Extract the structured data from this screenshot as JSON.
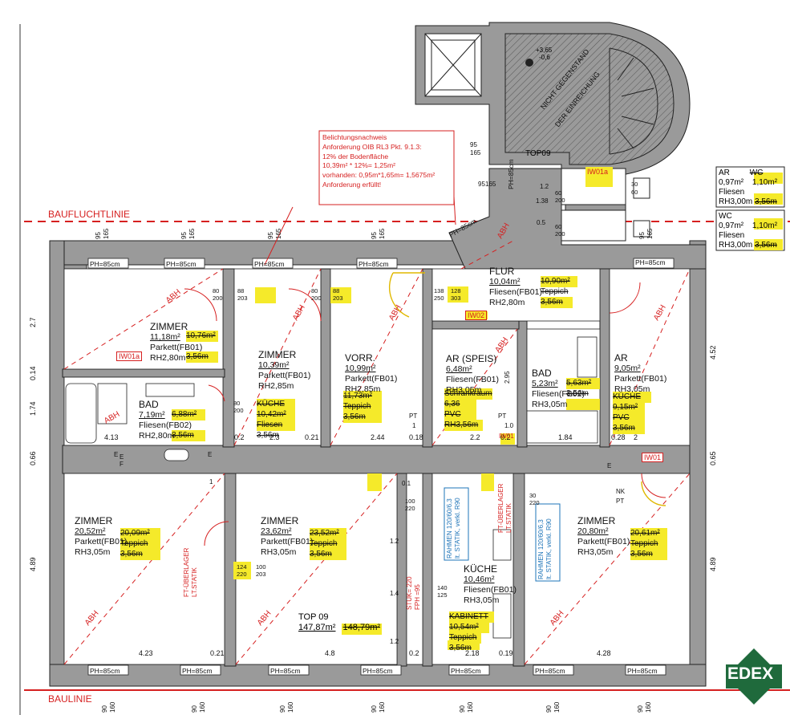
{
  "lines": {
    "baufluchtlinie": "BAUFLUCHTLINIE",
    "baulinie": "BAULINIE"
  },
  "callout": [
    "Belichtungsnachweis",
    "Anforderung OIB RL3 Pkt. 9.1.3:",
    "12% der Bodenfläche",
    "10,39m² * 12%= 1,25m²",
    "vorhanden: 0,95m*1,65m= 1,5675m²",
    "Anforderung erfüllt!"
  ],
  "stair": {
    "note": "NICHT GEGENSTAND",
    "note2": "DER EINREICHUNG",
    "level": "+3,65",
    "level2": "-0,6",
    "top": "TOP09"
  },
  "rooms": [
    {
      "name": "ZIMMER",
      "lines": [
        "11,18m²",
        "Parkett(FB01)",
        "RH2,80m"
      ],
      "alt": [
        "10,76m²",
        "",
        "3,56m"
      ]
    },
    {
      "name": "ZIMMER",
      "lines": [
        "10,39m²",
        "Parkett(FB01)",
        "RH2,85m"
      ],
      "alt": [
        "KÜCHE",
        "10,42m²",
        "Fliesen",
        "3,56m"
      ]
    },
    {
      "name": "VORR.",
      "lines": [
        "10,99m²",
        "Parkett(FB01)",
        "RH2,85m"
      ],
      "alt": [
        "11,73m²",
        "Teppich",
        "3,56m"
      ]
    },
    {
      "name": "AR (SPEIS)",
      "lines": [
        "6,48m²",
        "Fliesen(FB01)",
        "RH3,05m"
      ],
      "alt": [
        "Schrankraum",
        "6,36",
        "PVC",
        "RH3,56m"
      ]
    },
    {
      "name": "BAD",
      "lines": [
        "5,23m²",
        "Fliesen(FB02)",
        "RH3,05m"
      ],
      "alt": [
        "5,63m²",
        "3,56m"
      ]
    },
    {
      "name": "AR",
      "lines": [
        "9,05m²",
        "Parkett(FB01)",
        "RH3,05m"
      ],
      "alt": [
        "KÜCHE",
        "9,15m²",
        "PVC",
        "3,56m"
      ]
    },
    {
      "name": "FLUR",
      "lines": [
        "10,04m²",
        "Fliesen(FB01)",
        "RH2,80m"
      ],
      "alt": [
        "10,90m²",
        "Teppich",
        "3,56m"
      ]
    },
    {
      "name": "BAD",
      "lines": [
        "7,19m²",
        "Fliesen(FB02)",
        "RH2,80m"
      ],
      "alt": [
        "6,88m²",
        "",
        "3,56m"
      ]
    },
    {
      "name": "ZIMMER",
      "lines": [
        "20,52m²",
        "Parkett(FB01)",
        "RH3,05m"
      ],
      "alt": [
        "20,09m²",
        "Teppich",
        "3,56m"
      ]
    },
    {
      "name": "ZIMMER",
      "lines": [
        "23,62m²",
        "Parkett(FB01)",
        "RH3,05m"
      ],
      "alt": [
        "23,52m²",
        "Teppich",
        "3,56m"
      ]
    },
    {
      "name": "KÜCHE",
      "lines": [
        "10,46m²",
        "Fliesen(FB01)",
        "RH3,05m"
      ],
      "alt": [
        "KABINETT",
        "10,54m²",
        "Teppich",
        "3,56m"
      ]
    },
    {
      "name": "ZIMMER",
      "lines": [
        "20,80m²",
        "Parkett(FB01)",
        "RH3,05m"
      ],
      "alt": [
        "20,61m²",
        "Teppich",
        "3,56m"
      ]
    }
  ],
  "windows": [
    "PH=85cm",
    "PH=85cm",
    "PH=85cm",
    "PH=85cm",
    "PH=85cm",
    "PH=85cm",
    "PH=85cm",
    "PH=85cm",
    "PH=85cm",
    "PH=85cm",
    "PH=85cm",
    "PH=85cm",
    "PH=85cm",
    "PH=85cm"
  ],
  "dims": {
    "left": [
      "2.7",
      "0.14",
      "1.74",
      "0.66",
      "4.89"
    ],
    "right": [
      "4.52",
      "0.65",
      "4.89"
    ],
    "mid_top": [
      "4.13",
      "0.2",
      "2.3",
      "0.21",
      "2.44",
      "0.18",
      "2.2",
      "0.2",
      "1.84",
      "0.28",
      "2"
    ],
    "mid_bottom": [
      "4.23",
      "0.21",
      "4.8",
      "0.2",
      "2.18",
      "0.19",
      "4.28"
    ],
    "top_ticks": [
      "95",
      "165",
      "95",
      "165",
      "95",
      "165",
      "95",
      "165",
      "95",
      "165"
    ],
    "bottom_ticks": [
      "90",
      "160",
      "90",
      "160",
      "90",
      "160",
      "90",
      "160",
      "90",
      "160",
      "90",
      "160",
      "90",
      "160"
    ],
    "door": [
      "80",
      "200",
      "88",
      "203",
      "80",
      "200",
      "88",
      "203",
      "138",
      "250",
      "128",
      "303",
      "80",
      "200",
      "124",
      "220",
      "100",
      "203",
      "140",
      "125",
      "30",
      "220",
      "60",
      "200",
      "30",
      "60",
      "60",
      "200",
      "100",
      "220"
    ],
    "misc": [
      "PT",
      "1",
      "PT",
      "1.0",
      "1",
      "NK",
      "PT",
      "1.2",
      "1.4",
      "1.2",
      "0.1",
      "E",
      "E",
      "E",
      "2.95",
      "0.5",
      "95",
      "165",
      "95",
      "165",
      "1.38",
      "1.2",
      "E",
      "F"
    ]
  },
  "legend": [
    {
      "title": "AR",
      "alt": "WC",
      "area": "0,97m²",
      "alt_area": "1,10m²",
      "floor": "Fliesen",
      "height": "RH3,00m",
      "alt_height": "3,56m"
    },
    {
      "title": "WC",
      "area": "0,97m²",
      "alt_area": "1,10m²",
      "floor": "Fliesen",
      "height": "RH3,00m",
      "alt_height": "3,56m"
    }
  ],
  "total": {
    "title": "TOP 09",
    "area": "147,87m²",
    "alt": "148,79m²"
  },
  "beams": [
    {
      "line1": "RAHMEN 120/60/6,3",
      "line2": "lt. STATIK, verkl. R90"
    },
    {
      "line1": "RAHMEN 120/60/6,3",
      "line2": "lt. STATIK, verkl. R90"
    }
  ],
  "ft": [
    "FT-ÜBERLAGER",
    "LT.STATIK"
  ],
  "stuk": [
    "STUK= 220",
    "FPH =95"
  ],
  "tags": {
    "iw01a": "IW01a",
    "iw02": "IW02",
    "iw01": "IW01"
  },
  "brand": "EDEX"
}
